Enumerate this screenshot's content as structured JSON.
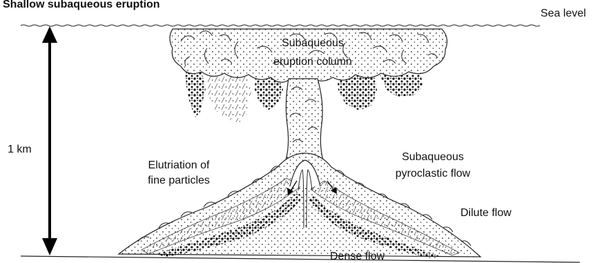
{
  "title": "Shallow subaqueous eruption",
  "labels": {
    "sea_level": "Sea level",
    "depth": "1 km",
    "column_line1": "Subaqueous",
    "column_line2": "eruption column",
    "elutriation_line1": "Elutriation of",
    "elutriation_line2": "fine particles",
    "pyroclastic_line1": "Subaqueous",
    "pyroclastic_line2": "pyroclastic flow",
    "dilute_flow": "Dilute flow",
    "dense_flow": "Dense flow"
  }
}
